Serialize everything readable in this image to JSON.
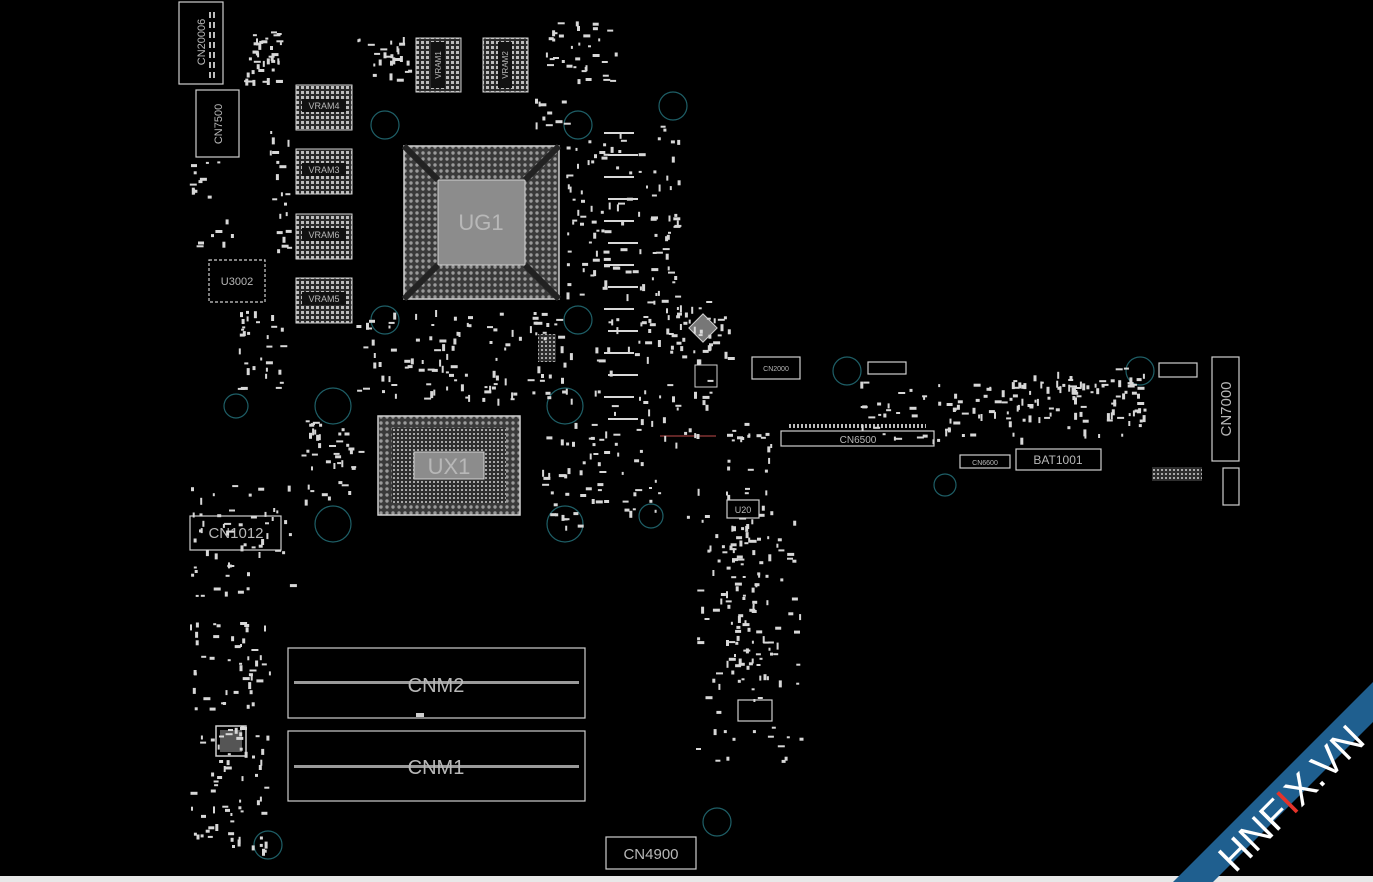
{
  "components": {
    "ug1": "UG1",
    "ux1": "UX1",
    "vram1": "VRAM1",
    "vram2": "VRAM2",
    "vram3": "VRAM3",
    "vram4": "VRAM4",
    "vram5": "VRAM5",
    "vram6": "VRAM6",
    "u3002": "U3002",
    "u20": "U20",
    "cnm1": "CNM1",
    "cnm2": "CNM2",
    "cn1012": "CN1012",
    "cn4900": "CN4900",
    "cn6500": "CN6500",
    "cn6600": "CN6600",
    "cn2000": "CN2000",
    "cn7000": "CN7000",
    "cn7500": "CN7500",
    "cn20006": "CN20006",
    "bat1001": "BAT1001"
  },
  "watermark": {
    "text_pre": "HNF",
    "text_mark": "I",
    "text_post": "X.VN",
    "bg_color": "#1f5f8f",
    "mark_color": "#e5332a"
  },
  "colors": {
    "background": "#000000",
    "outline": "#cfcfcf",
    "mounting_hole": "#1e5f67"
  }
}
